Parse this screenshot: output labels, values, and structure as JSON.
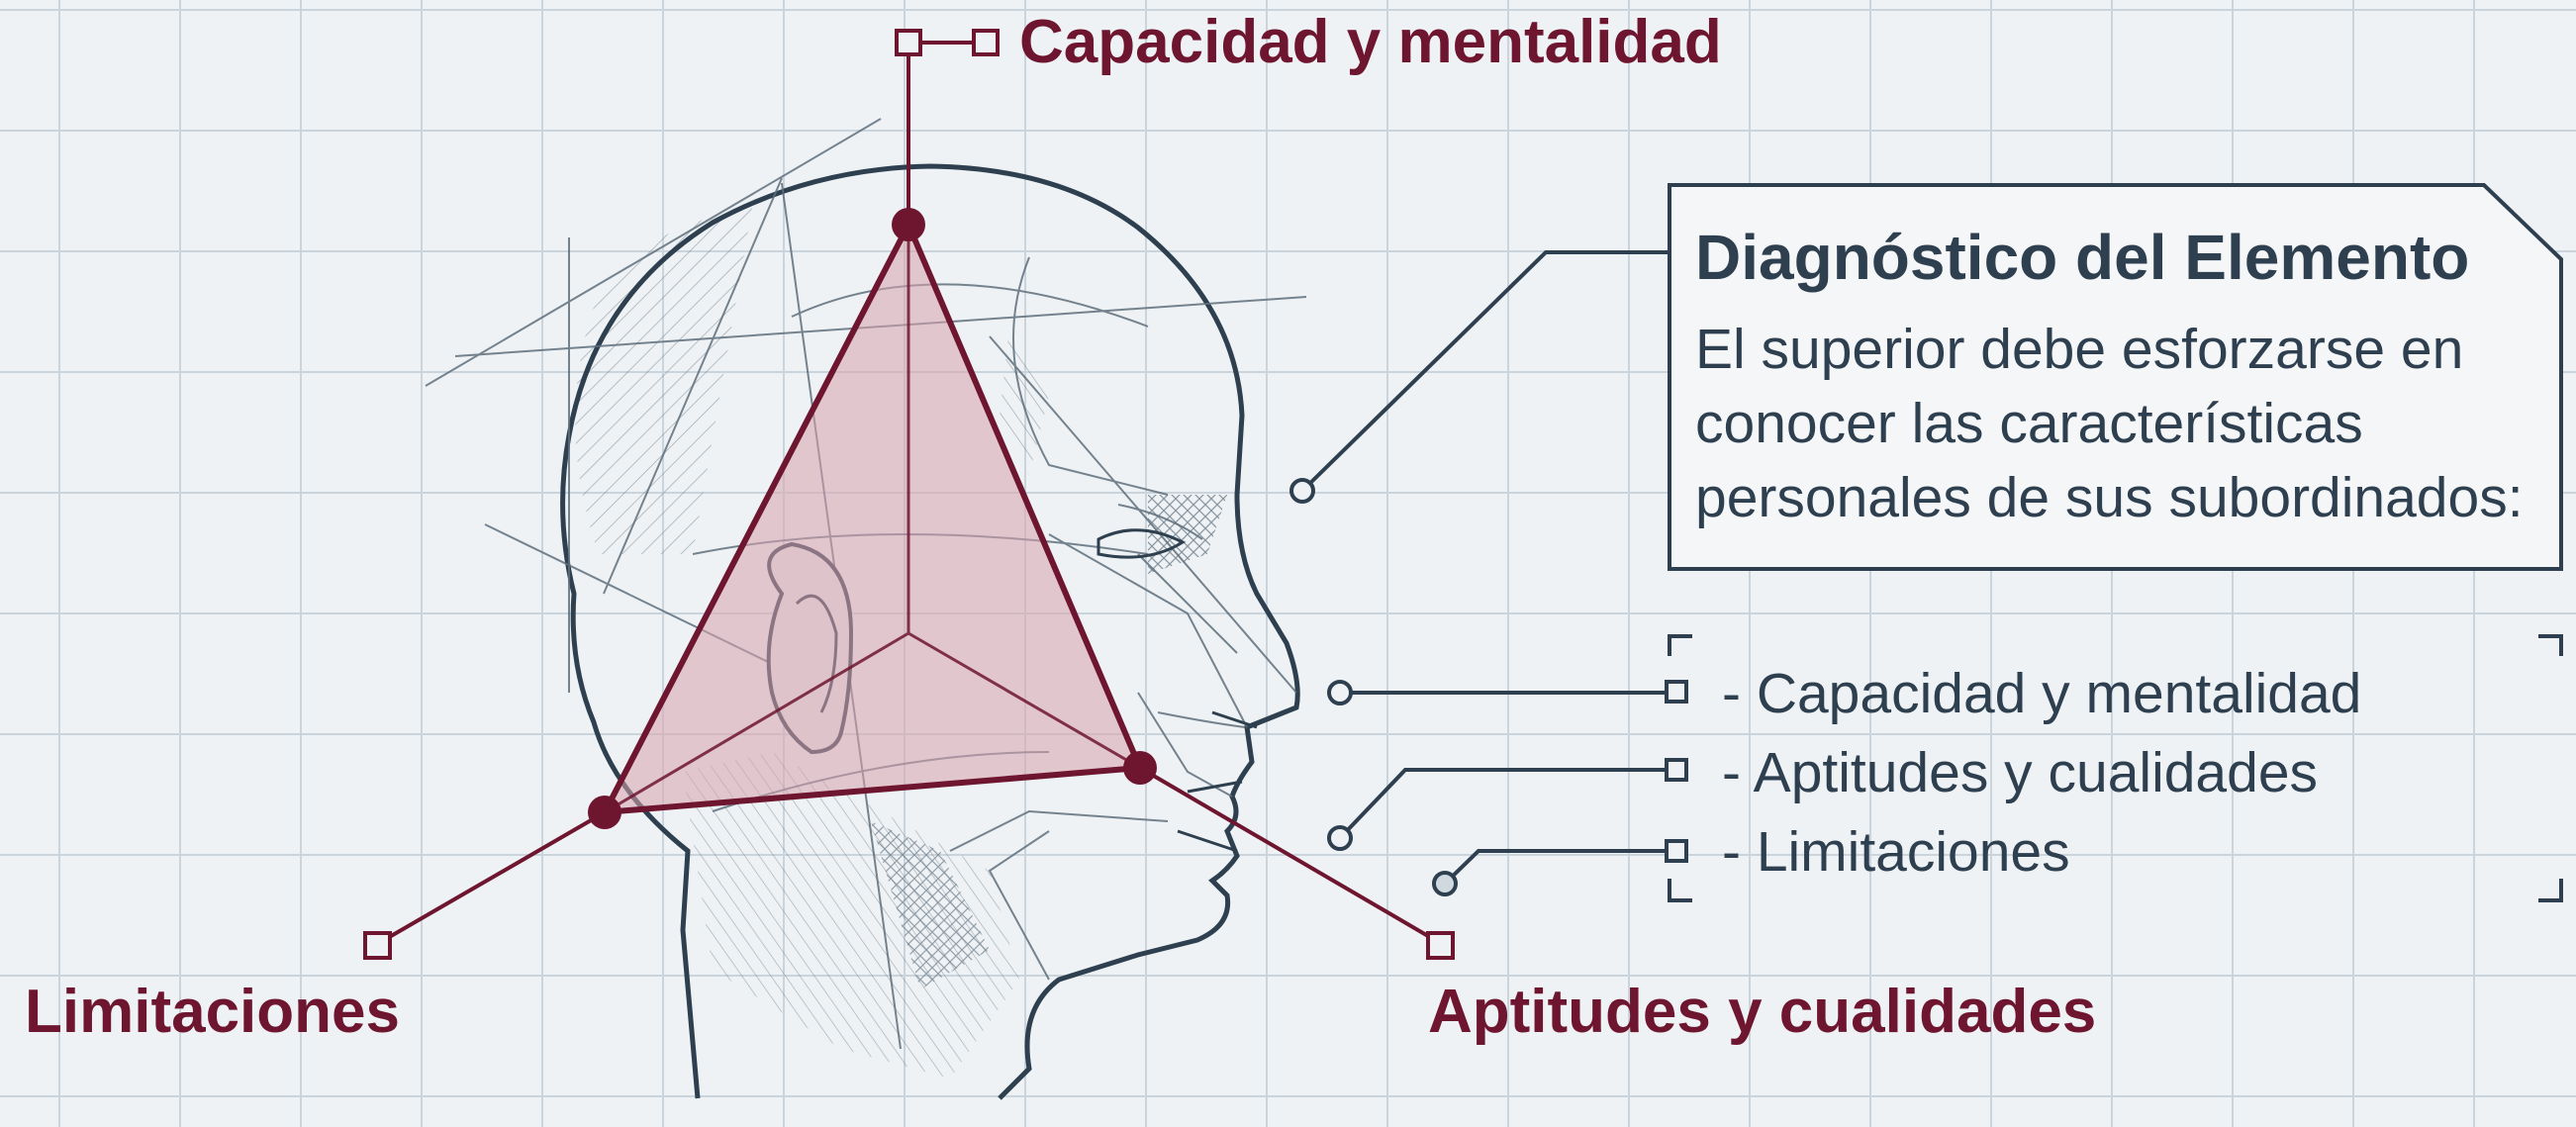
{
  "colors": {
    "background": "#eef2f4",
    "grid": "#c9d4dc",
    "accent": "#6e1530",
    "ink": "#2e3f4f",
    "triangle_fill": "#d9a3ad"
  },
  "labels": {
    "top": "Capacidad y mentalidad",
    "left": "Limitaciones",
    "right": "Aptitudes y cualidades"
  },
  "info_box": {
    "title": "Diagnóstico del Elemento",
    "lines": [
      "El superior debe esforzarse en",
      "conocer las características",
      "personales de sus subordinados:"
    ]
  },
  "list": {
    "items": [
      "- Capacidad y mentalidad",
      "- Aptitudes y cualidades",
      "- Limitaciones"
    ]
  },
  "icons": {
    "head": "head-profile-sketch-icon"
  }
}
